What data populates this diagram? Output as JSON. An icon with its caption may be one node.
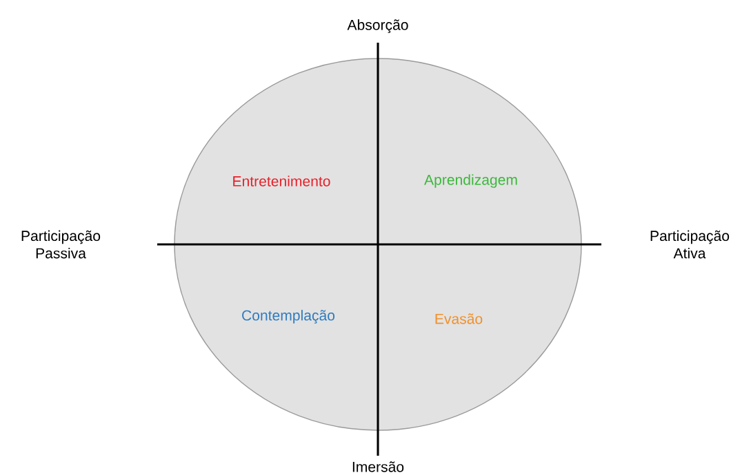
{
  "diagram": {
    "nodes": [
      {
        "text": [
          "Entretenimento",
          "Aprendizagem",
          "Contemplação",
          "Evasão"
        ]
      }
    ],
    "edges": [],
    "labels": [
      "Absorção",
      "Participação Passiva",
      "Participação Ativa",
      "Imersão"
    ]
  }
}
